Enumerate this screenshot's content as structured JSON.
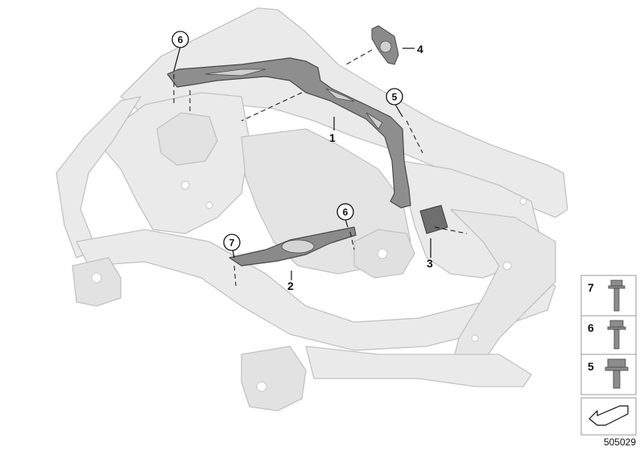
{
  "callouts": {
    "part1": "1",
    "part2": "2",
    "part3": "3",
    "part4": "4",
    "ref5": "5",
    "ref6a": "6",
    "ref6b": "6",
    "ref7": "7"
  },
  "legend": {
    "items": [
      {
        "num": "7",
        "icon": "hex-flange-bolt-long-icon"
      },
      {
        "num": "6",
        "icon": "hex-flange-bolt-medium-icon"
      },
      {
        "num": "5",
        "icon": "hex-flange-bolt-short-icon"
      }
    ],
    "arrow_icon": "direction-arrow-icon"
  },
  "diagram_code": "505029",
  "colors": {
    "body_fill": "#e9e9e9",
    "body_stroke": "#c4c4c4",
    "part_fill": "#8a8a8a",
    "part_stroke": "#4a4a4a"
  }
}
